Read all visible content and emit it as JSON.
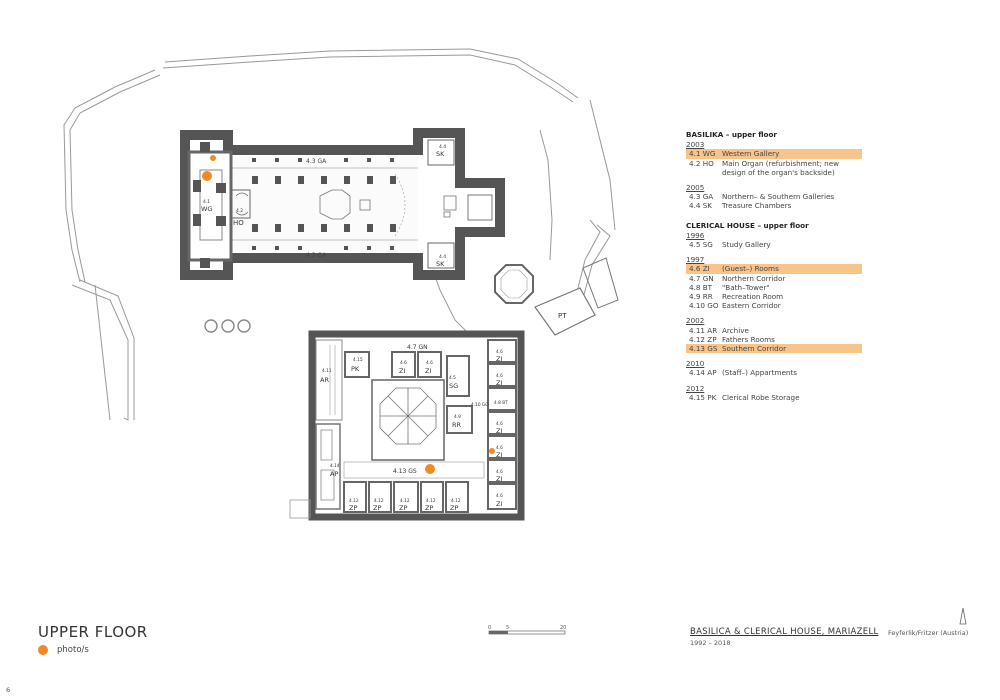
{
  "legend": {
    "sections": [
      {
        "title": "BASILIKA – upper floor",
        "groups": [
          {
            "year": "2003",
            "items": [
              {
                "code": "4.1 WG",
                "desc": "Western Gallery",
                "highlight": true
              },
              {
                "code": "4.2 HO",
                "desc": "Main Organ (refurbishment; new design of the organ's backside)",
                "highlight": false
              }
            ]
          },
          {
            "year": "2005",
            "items": [
              {
                "code": "4.3 GA",
                "desc": "Northern– & Southern Galleries",
                "highlight": false
              },
              {
                "code": "4.4 SK",
                "desc": "Treasure Chambers",
                "highlight": false
              }
            ]
          }
        ]
      },
      {
        "title": "CLERICAL HOUSE – upper floor",
        "groups": [
          {
            "year": "1996",
            "items": [
              {
                "code": "4.5 SG",
                "desc": "Study Gallery",
                "highlight": false
              }
            ]
          },
          {
            "year": "1997",
            "items": [
              {
                "code": "4.6 ZI",
                "desc": "(Guest–) Rooms",
                "highlight": true
              },
              {
                "code": "4.7 GN",
                "desc": "Northern Corridor",
                "highlight": false
              },
              {
                "code": "4.8 BT",
                "desc": "\"Bath–Tower\"",
                "highlight": false
              },
              {
                "code": "4.9 RR",
                "desc": "Recreation Room",
                "highlight": false
              },
              {
                "code": "4.10 GO",
                "desc": "Eastern Corridor",
                "highlight": false
              }
            ]
          },
          {
            "year": "2002",
            "items": [
              {
                "code": "4.11 AR",
                "desc": "Archive",
                "highlight": false
              },
              {
                "code": "4.12 ZP",
                "desc": "Fathers Rooms",
                "highlight": false
              },
              {
                "code": "4.13 GS",
                "desc": "Southern Corridor",
                "highlight": true
              }
            ]
          },
          {
            "year": "2010",
            "items": [
              {
                "code": "4.14 AP",
                "desc": "(Staff–) Appartments",
                "highlight": false
              }
            ]
          },
          {
            "year": "2012",
            "items": [
              {
                "code": "4.15 PK",
                "desc": "Clerical Robe Storage",
                "highlight": false
              }
            ]
          }
        ]
      }
    ]
  },
  "plan_labels": {
    "wg_num": "4.1",
    "wg": "WG",
    "ho_num": "4.2",
    "ho": "HO",
    "ga_n": "4.3 GA",
    "ga_s": "4.3 GA",
    "sk_num": "4.4",
    "sk": "SK",
    "pt": "PT",
    "pk_num": "4.15",
    "pk": "PK",
    "zi_num": "4.6",
    "zi": "ZI",
    "gn": "4.7 GN",
    "ar_num": "4.11",
    "ar": "AR",
    "sg_num": "4.5",
    "sg": "SG",
    "bt": "4.8 BT",
    "rr_num": "4.9",
    "rr": "RR",
    "go": "4.10 GO",
    "ap_num": "4.14",
    "ap": "AP",
    "gs": "4.13 GS",
    "zp_num": "4.12",
    "zp": "ZP"
  },
  "scale_bar": {
    "ticks": [
      "0",
      "5",
      "20"
    ]
  },
  "title": "UPPER FLOOR",
  "photo_legend": "photo/s",
  "project_title": "BASILICA & CLERICAL HOUSE, MARIAZELL",
  "project_years": "1992 – 2018",
  "authors": "Feyferlik/Fritzer (Austria)",
  "page_number": "6",
  "colors": {
    "highlight": "#f9c489",
    "photo_dot": "#f08a24",
    "wall": "#666666"
  }
}
